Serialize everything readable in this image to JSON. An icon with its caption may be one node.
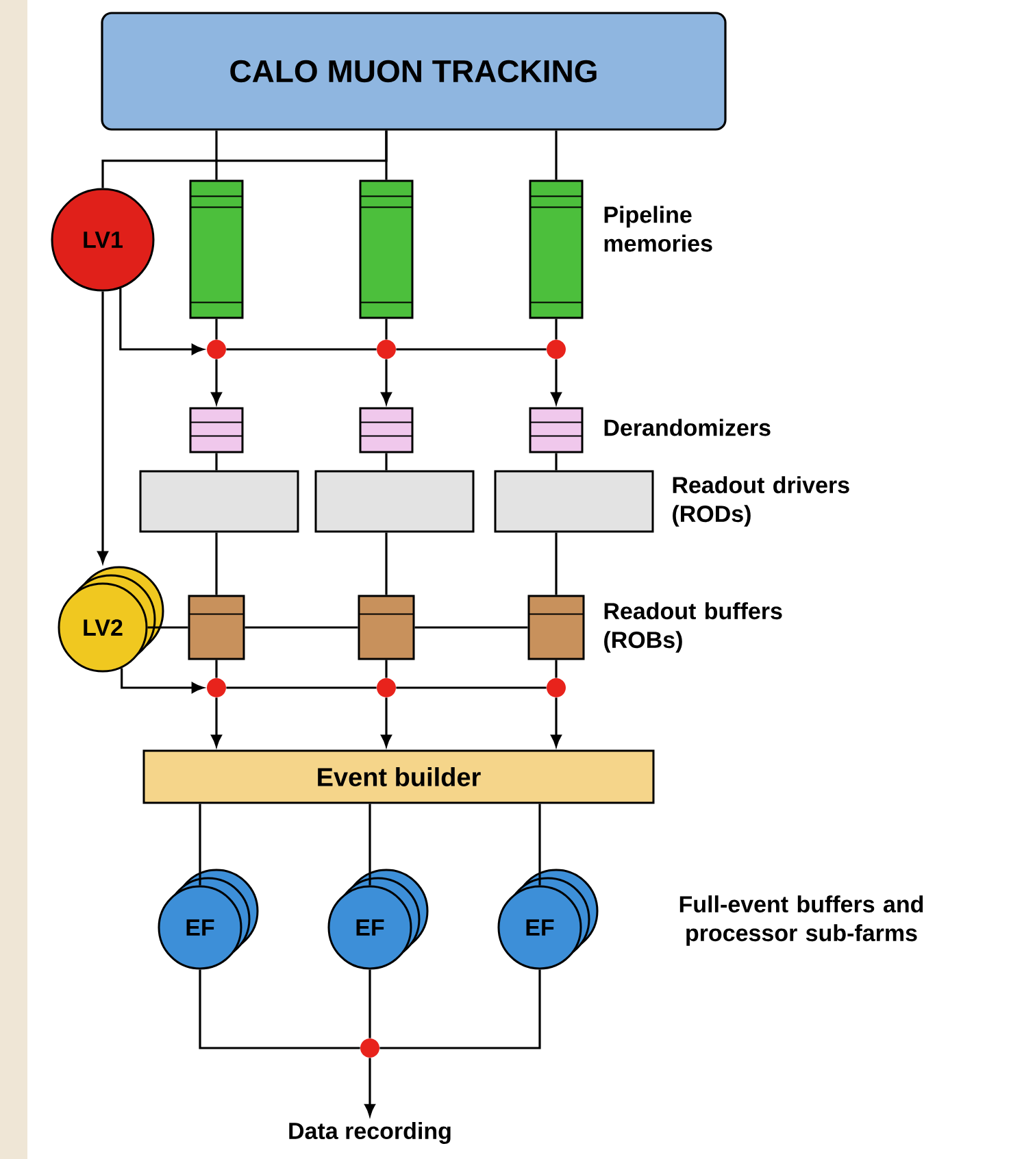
{
  "diagram": {
    "nodes": [
      {
        "text": [
          "CALO MUON TRACKING"
        ]
      },
      {
        "text": [
          "LV1"
        ]
      },
      {
        "text": [],
        "shape": "bar"
      },
      {
        "text": [],
        "shape": "bar"
      },
      {
        "text": [],
        "shape": "bar"
      },
      {
        "text": [],
        "shape": "circle"
      },
      {
        "text": [],
        "shape": "circle"
      },
      {
        "text": [],
        "shape": "circle"
      },
      {
        "text": [],
        "shape": "box"
      },
      {
        "text": [],
        "shape": "box"
      },
      {
        "text": [],
        "shape": "box"
      },
      {
        "text": [],
        "shape": "box"
      },
      {
        "text": [],
        "shape": "box"
      },
      {
        "text": [],
        "shape": "box"
      },
      {
        "text": [
          "LV2"
        ]
      },
      {
        "text": [],
        "shape": "box"
      },
      {
        "text": [],
        "shape": "box"
      },
      {
        "text": [],
        "shape": "box"
      },
      {
        "text": [],
        "shape": "circle"
      },
      {
        "text": [],
        "shape": "circle"
      },
      {
        "text": [],
        "shape": "circle"
      },
      {
        "text": [
          "Event builder"
        ]
      },
      {
        "text": [
          "EF"
        ]
      },
      {
        "text": [
          "EF"
        ]
      },
      {
        "text": [
          "EF"
        ]
      },
      {
        "text": [],
        "shape": "circle"
      },
      {
        "text": [
          "Data recording"
        ]
      }
    ],
    "edges": [
      {
        "from": 0,
        "to": 2,
        "arrow": "none"
      },
      {
        "from": 0,
        "to": 3,
        "arrow": "none"
      },
      {
        "from": 0,
        "to": 4,
        "arrow": "none"
      },
      {
        "from": 0,
        "to": 1,
        "arrow": "none"
      },
      {
        "from": 2,
        "to": 5,
        "arrow": "none"
      },
      {
        "from": 3,
        "to": 6,
        "arrow": "none"
      },
      {
        "from": 4,
        "to": 7,
        "arrow": "none"
      },
      {
        "from": 1,
        "to": 5,
        "arrow": "to"
      },
      {
        "from": 5,
        "to": 6,
        "arrow": "none"
      },
      {
        "from": 6,
        "to": 7,
        "arrow": "none"
      },
      {
        "from": 5,
        "to": 8,
        "arrow": "to"
      },
      {
        "from": 6,
        "to": 9,
        "arrow": "to"
      },
      {
        "from": 7,
        "to": 10,
        "arrow": "to"
      },
      {
        "from": 8,
        "to": 11,
        "arrow": "none"
      },
      {
        "from": 9,
        "to": 12,
        "arrow": "none"
      },
      {
        "from": 10,
        "to": 13,
        "arrow": "none"
      },
      {
        "from": 11,
        "to": 15,
        "arrow": "none"
      },
      {
        "from": 12,
        "to": 16,
        "arrow": "none"
      },
      {
        "from": 13,
        "to": 17,
        "arrow": "none"
      },
      {
        "from": 1,
        "to": 14,
        "arrow": "to"
      },
      {
        "from": 14,
        "to": 15,
        "arrow": "none"
      },
      {
        "from": 15,
        "to": 16,
        "arrow": "none"
      },
      {
        "from": 16,
        "to": 17,
        "arrow": "none"
      },
      {
        "from": 15,
        "to": 18,
        "arrow": "none"
      },
      {
        "from": 16,
        "to": 19,
        "arrow": "none"
      },
      {
        "from": 17,
        "to": 20,
        "arrow": "none"
      },
      {
        "from": 14,
        "to": 18,
        "arrow": "to"
      },
      {
        "from": 18,
        "to": 19,
        "arrow": "none"
      },
      {
        "from": 19,
        "to": 20,
        "arrow": "none"
      },
      {
        "from": 18,
        "to": 21,
        "arrow": "to"
      },
      {
        "from": 19,
        "to": 21,
        "arrow": "to"
      },
      {
        "from": 20,
        "to": 21,
        "arrow": "to"
      },
      {
        "from": 21,
        "to": 22,
        "arrow": "none"
      },
      {
        "from": 21,
        "to": 23,
        "arrow": "none"
      },
      {
        "from": 21,
        "to": 24,
        "arrow": "none"
      },
      {
        "from": 22,
        "to": 25,
        "arrow": "none"
      },
      {
        "from": 23,
        "to": 25,
        "arrow": "none"
      },
      {
        "from": 24,
        "to": 25,
        "arrow": "none"
      },
      {
        "from": 25,
        "to": 26,
        "arrow": "to"
      }
    ],
    "labels": [
      "Pipeline memories",
      "Derandomizers",
      "Readout drivers (RODs)",
      "Readout buffers (ROBs)",
      "Full-event buffers and processor sub-farms"
    ]
  }
}
